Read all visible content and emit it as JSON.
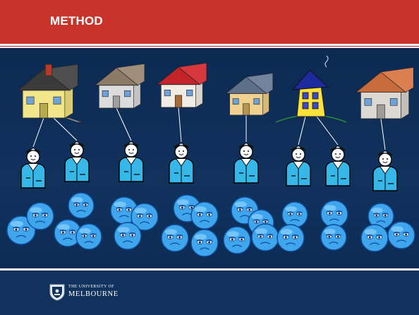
{
  "slide": {
    "title": "METHOD"
  },
  "scene": {
    "houses": [
      {
        "name": "house-yellow-chimney",
        "icon": "house-icon",
        "wall": "#f3e58a",
        "roof": "#3a3a3a"
      },
      {
        "name": "house-gray",
        "icon": "house-icon",
        "wall": "#dcdcdc",
        "roof": "#8a7a66"
      },
      {
        "name": "house-red-roof",
        "icon": "house-icon",
        "wall": "#f1ede4",
        "roof": "#c3242a"
      },
      {
        "name": "house-slate",
        "icon": "house-icon",
        "wall": "#f0d190",
        "roof": "#5e6f8c"
      },
      {
        "name": "house-crooked-yellow",
        "icon": "house-icon",
        "wall": "#ffe23a",
        "roof": "#1c2a9c"
      },
      {
        "name": "house-orange-roof",
        "icon": "house-icon",
        "wall": "#dcd9d2",
        "roof": "#c86b3c"
      }
    ],
    "doctor_colors": {
      "coat": "#37b6e8",
      "face": "#ffffff",
      "outline": "#000000"
    },
    "patient_colors": {
      "face": "#3fa6ee",
      "highlight": "#8fd3ff",
      "outline": "#0e4d9a"
    }
  },
  "footer": {
    "university_small": "THE UNIVERSITY OF",
    "university_big": "MELBOURNE",
    "crest_icon": "university-crest-icon"
  }
}
